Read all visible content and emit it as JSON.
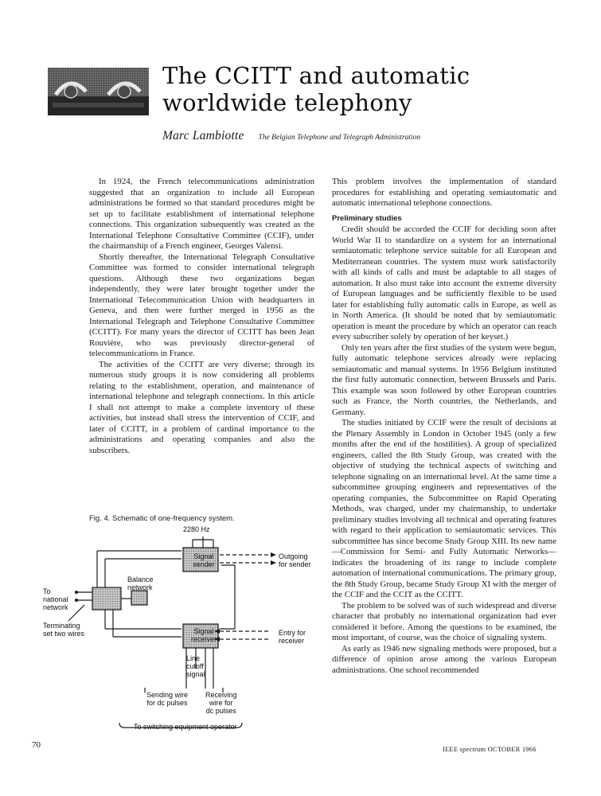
{
  "header": {
    "title": "The CCITT and automatic worldwide telephony",
    "author": "Marc Lambiotte",
    "affiliation": "The Belgian Telephone and Telegraph Administration"
  },
  "body": {
    "left_paragraphs": [
      "In 1924, the French telecommunications administration suggested that an organization to include all European administrations be formed so that standard procedures might be set up to facilitate establishment of international telephone connections. This organization subsequently was created as the International Telephone Consultative Committee (CCIF), under the chairmanship of a French engineer, Georges Valensi.",
      "Shortly thereafter, the International Telegraph Consultative Committee was formed to consider international telegraph questions. Although these two organizations began independently, they were later brought together under the International Telecommunication Union with headquarters in Geneva, and then were further merged in 1956 as the International Telegraph and Telephone Consultative Committee (CCITT). For many years the director of CCITT has been Jean Rouvière, who was previously director-general of telecommunications in France.",
      "The activities of the CCITT are very diverse; through its numerous study groups it is now considering all problems relating to the establishment, operation, and maintenance of international telephone and telegraph connections. In this article I shall not attempt to make a complete inventory of these activities, but instead shall stress the intervention of CCIF, and later of CCITT, in a problem of cardinal importance to the administrations and operating companies and also the subscribers."
    ],
    "right_intro": "This problem involves the implementation of standard procedures for establishing and operating semiautomatic and automatic international telephone connections.",
    "section_heading": "Preliminary studies",
    "right_paragraphs": [
      "Credit should be accorded the CCIF for deciding soon after World War II to standardize on a system for an international semiautomatic telephone service suitable for all European and Mediterranean countries. The system must work satisfactorily with all kinds of calls and must be adaptable to all stages of automation. It also must take into account the extreme diversity of European languages and be sufficiently flexible to be used later for establishing fully automatic calls in Europe, as well as in North America. (It should be noted that by semiautomatic operation is meant the procedure by which an operator can reach every subscriber solely by operation of her keyset.)",
      "Only ten years after the first studies of the system were begun, fully automatic telephone services already were replacing semiautomatic and manual systems. In 1956 Belgium instituted the first fully automatic connection, between Brussels and Paris. This example was soon followed by other European countries such as France, the North countries, the Netherlands, and Germany.",
      "The studies initiated by CCIF were the result of decisions at the Plenary Assembly in London in October 1945 (only a few months after the end of the hostilities). A group of specialized engineers, called the 8th Study Group, was created with the objective of studying the technical aspects of switching and telephone signaling on an international level. At the same time a subcommittee grouping engineers and representatives of the operating companies, the Subcommittee on Rapid Operating Methods, was charged, under my chairmanship, to undertake preliminary studies involving all technical and operating features with regard to their application to semiautomatic services. This subcommittee has since become Study Group XIII. Its new name—Commission for Semi- and Fully Automatic Networks—indicates the broadening of its range to include complete automation of international communications. The primary group, the 8th Study Group, became Study Group XI with the merger of the CCIF and the CCIT as the CCITT.",
      "The problem to be solved was of such widespread and diverse character that probably no international organization had ever considered it before. Among the questions to be examined, the most important, of course, was the choice of signaling system.",
      "As early as 1946 new signaling methods were proposed, but a difference of opinion arose among the various European administrations. One school recommended"
    ]
  },
  "figure": {
    "caption": "Fig. 4. Schematic of one-frequency system.",
    "frequency": "2280 Hz",
    "signal_sender": [
      "Signal",
      "sender"
    ],
    "signal_receiver": [
      "Signal",
      "receiver"
    ],
    "outgoing_for_sender": [
      "Outgoing",
      "for sender"
    ],
    "entry_for_receiver": [
      "Entry for",
      "receiver"
    ],
    "balance_network": [
      "Balance",
      "network"
    ],
    "to_national_network": [
      "To",
      "national",
      "network"
    ],
    "terminating_set": [
      "Terminating",
      "set two wires"
    ],
    "line_cutoff_signal": [
      "Line",
      "cutoff",
      "signal"
    ],
    "sending_wire": [
      "Sending wire",
      "for dc pulses"
    ],
    "receiving_wire": [
      "Receiving",
      "wire for",
      "dc pulses"
    ],
    "to_switching": "To switching equipment operator"
  },
  "footer": {
    "page_number": "70",
    "journal": "IEEE spectrum OCTOBER 1966"
  }
}
